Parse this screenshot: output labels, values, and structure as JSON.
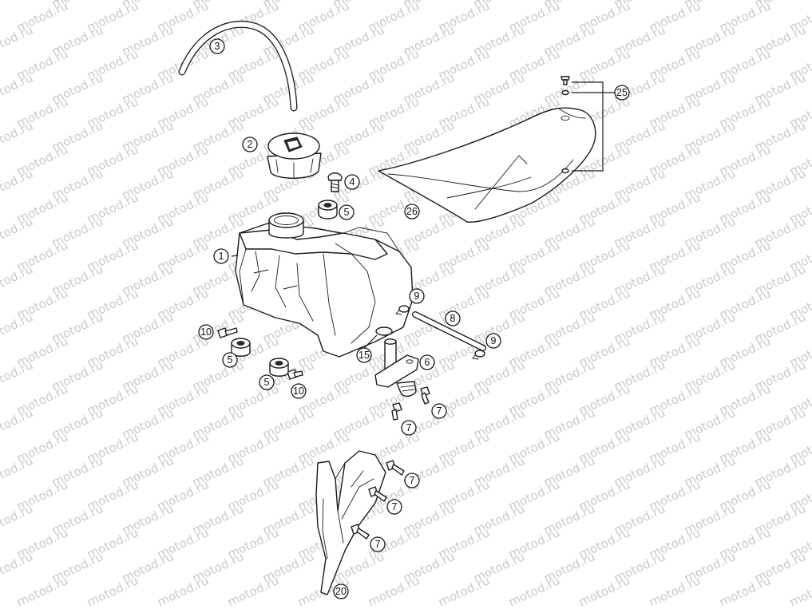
{
  "watermark": "motod.ru",
  "callouts": [
    {
      "id": "c3",
      "label": "3"
    },
    {
      "id": "c2",
      "label": "2"
    },
    {
      "id": "c4",
      "label": "4"
    },
    {
      "id": "c5a",
      "label": "5"
    },
    {
      "id": "c1",
      "label": "1"
    },
    {
      "id": "c26",
      "label": "26"
    },
    {
      "id": "c25",
      "label": "25"
    },
    {
      "id": "c9a",
      "label": "9"
    },
    {
      "id": "c8",
      "label": "8"
    },
    {
      "id": "c9b",
      "label": "9"
    },
    {
      "id": "c10a",
      "label": "10"
    },
    {
      "id": "c5b",
      "label": "5"
    },
    {
      "id": "c15",
      "label": "15"
    },
    {
      "id": "c6",
      "label": "6"
    },
    {
      "id": "c5c",
      "label": "5"
    },
    {
      "id": "c10b",
      "label": "10"
    },
    {
      "id": "c7a",
      "label": "7"
    },
    {
      "id": "c7b",
      "label": "7"
    },
    {
      "id": "c7c",
      "label": "7"
    },
    {
      "id": "c7d",
      "label": "7"
    },
    {
      "id": "c7e",
      "label": "7"
    },
    {
      "id": "c20",
      "label": "20"
    }
  ]
}
